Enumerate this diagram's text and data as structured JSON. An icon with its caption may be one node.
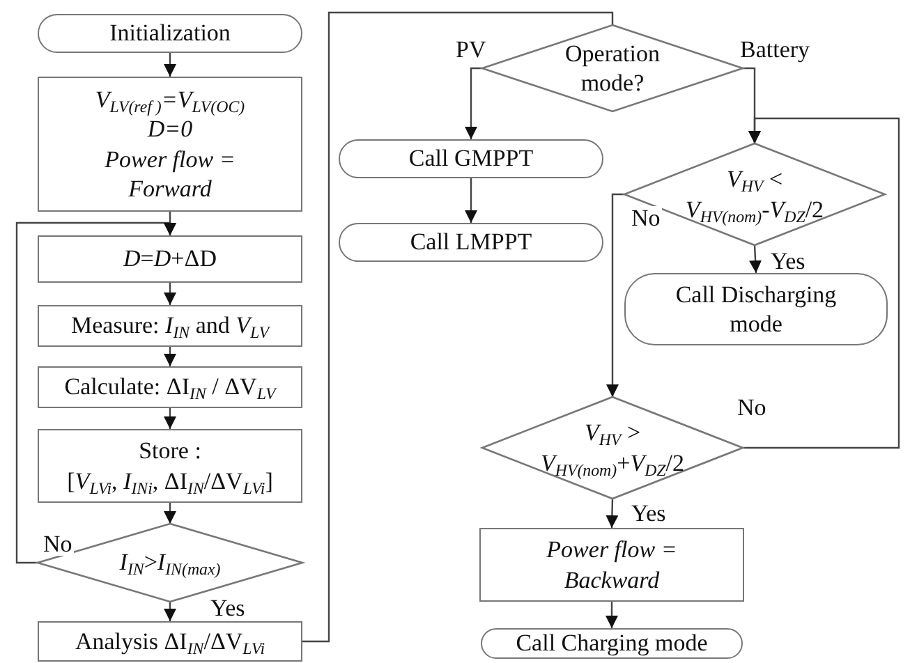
{
  "diagram": {
    "nodes": [
      {
        "text": [
          "Initialization"
        ]
      },
      {
        "text": [
          "V$_{LV(ref )}$=V$_{LV(OC)}$",
          "D=0",
          "Power flow = Forward"
        ]
      },
      {
        "text": [
          "*D*=*D*+ΔD"
        ]
      },
      {
        "text": [
          "Measure: *I*$_{IN}$ and *V*$_{LV}$"
        ]
      },
      {
        "text": [
          "Calculate: ΔI$_{IN}$ / ΔV$_{LV}$"
        ]
      },
      {
        "text": [
          "Store :",
          "[*V*$_{LVi}$, *I*$_{INi}$, ΔI$_{IN}$/ΔV$_{LVi}$]"
        ]
      },
      {
        "text": [
          "*I*$_{IN}$>*I*$_{IN(max)}$"
        ]
      },
      {
        "text": [
          "Analysis ΔI$_{IN}$/ΔV$_{LVi}$"
        ]
      },
      {
        "text": [
          "Operation mode?"
        ]
      },
      {
        "text": [
          "Call GMPPT"
        ]
      },
      {
        "text": [
          "Call LMPPT"
        ]
      },
      {
        "text": [
          "*V*$_{HV}$ <",
          "*V*$_{HV(nom)}$-*V*$_{DZ}$/2"
        ]
      },
      {
        "text": [
          "Call Discharging mode"
        ]
      },
      {
        "text": [
          "*V*$_{HV}$ >",
          "*V*$_{HV(nom)}$+*V*$_{DZ}$/2"
        ]
      },
      {
        "text": [
          "Power flow = Backward"
        ]
      },
      {
        "text": [
          "Call Charging mode"
        ]
      }
    ],
    "edges": [
      {
        "from": 0,
        "to": 1,
        "arrow": "to"
      },
      {
        "from": 1,
        "to": 2,
        "arrow": "to"
      },
      {
        "from": 2,
        "to": 3,
        "arrow": "to"
      },
      {
        "from": 3,
        "to": 4,
        "arrow": "to"
      },
      {
        "from": 4,
        "to": 5,
        "arrow": "to"
      },
      {
        "from": 5,
        "to": 6,
        "arrow": "to"
      },
      {
        "from": 6,
        "to": 7,
        "arrow": "to",
        "label": "Yes"
      },
      {
        "from": 6,
        "to": 2,
        "arrow": "to",
        "label": "No"
      },
      {
        "from": 7,
        "to": 8,
        "arrow": "none"
      },
      {
        "from": 8,
        "to": 9,
        "arrow": "to",
        "label": "PV"
      },
      {
        "from": 8,
        "to": 11,
        "arrow": "to",
        "label": "Battery"
      },
      {
        "from": 9,
        "to": 10,
        "arrow": "to"
      },
      {
        "from": 11,
        "to": 12,
        "arrow": "to",
        "label": "Yes"
      },
      {
        "from": 11,
        "to": 13,
        "arrow": "to",
        "label": "No"
      },
      {
        "from": 13,
        "to": 11,
        "arrow": "to",
        "label": "No"
      },
      {
        "from": 13,
        "to": 14,
        "arrow": "to",
        "label": "Yes"
      },
      {
        "from": 14,
        "to": 15,
        "arrow": "to"
      }
    ]
  }
}
